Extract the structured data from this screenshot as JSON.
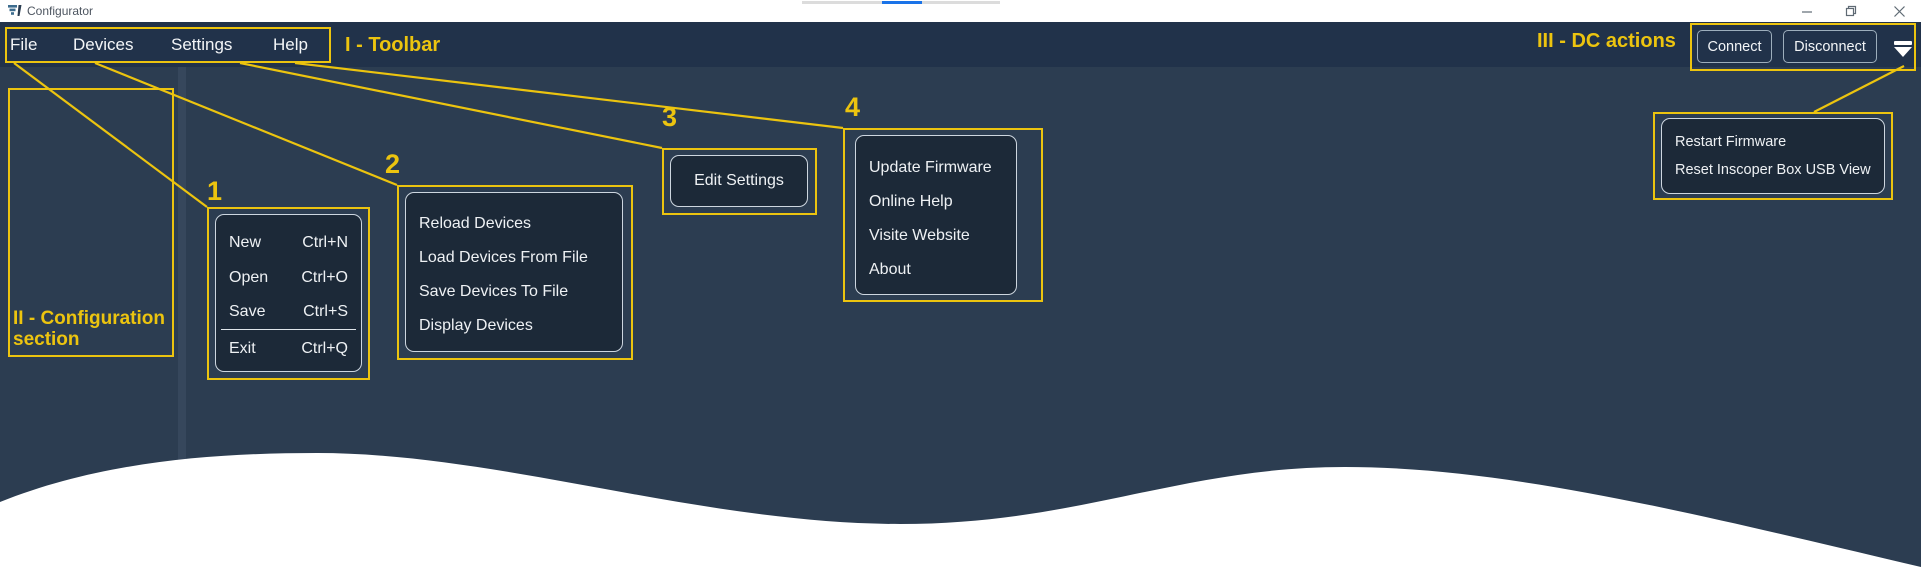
{
  "window": {
    "title": "Configurator"
  },
  "toolbar": {
    "menus": [
      {
        "label": "File"
      },
      {
        "label": "Devices"
      },
      {
        "label": "Settings"
      },
      {
        "label": "Help"
      }
    ]
  },
  "annotations": {
    "toolbar_label": "I - Toolbar",
    "configuration_label_line1": "II - Configuration",
    "configuration_label_line2": "section",
    "dc_label": "III - DC actions",
    "callouts": [
      "1",
      "2",
      "3",
      "4"
    ]
  },
  "menus": {
    "file": {
      "items": [
        {
          "label": "New",
          "shortcut": "Ctrl+N"
        },
        {
          "label": "Open",
          "shortcut": "Ctrl+O"
        },
        {
          "label": "Save",
          "shortcut": "Ctrl+S"
        },
        {
          "label": "Exit",
          "shortcut": "Ctrl+Q"
        }
      ]
    },
    "devices": {
      "items": [
        {
          "label": "Reload Devices"
        },
        {
          "label": "Load Devices From File"
        },
        {
          "label": "Save Devices To File"
        },
        {
          "label": "Display Devices"
        }
      ]
    },
    "settings": {
      "button_label": "Edit Settings"
    },
    "help": {
      "items": [
        {
          "label": "Update Firmware"
        },
        {
          "label": "Online Help"
        },
        {
          "label": "Visite Website"
        },
        {
          "label": "About"
        }
      ]
    },
    "dc_dropdown": {
      "items": [
        {
          "label": "Restart Firmware"
        },
        {
          "label": "Reset Inscoper Box USB View"
        }
      ]
    }
  },
  "dc_actions": {
    "connect_label": "Connect",
    "disconnect_label": "Disconnect"
  },
  "colors": {
    "annotation_yellow": "#ecc40f",
    "app_background": "#2c3d51",
    "toolbar_background": "#21324a",
    "panel_background": "#1c2938",
    "progress_blue": "#1a73e8"
  }
}
